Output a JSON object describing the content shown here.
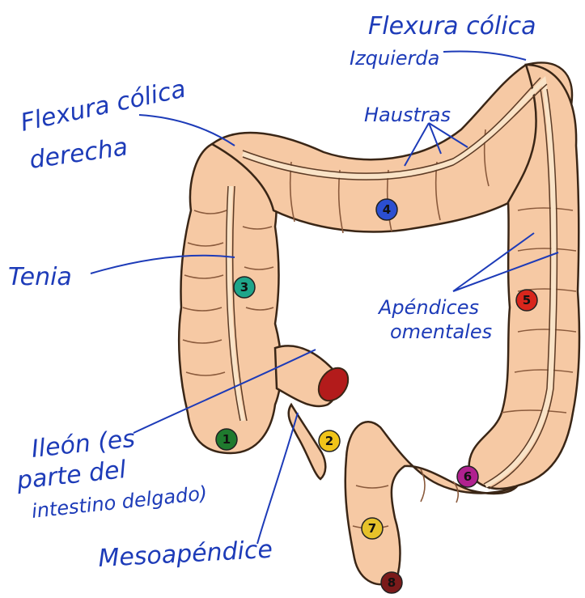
{
  "labels": {
    "flexura_izquierda_line1": "Flexura cólica",
    "flexura_izquierda_line2": "Izquierda",
    "haustras": "Haustras",
    "flexura_derecha_line1": "Flexura cólica",
    "flexura_derecha_line2": "derecha",
    "tenia": "Tenia",
    "apendices_line1": "Apéndices",
    "apendices_line2": "omentales",
    "ileon_line1": "Ileón (es",
    "ileon_line2": "parte del",
    "ileon_line3": "intestino delgado)",
    "mesoapendice": "Mesoapéndice"
  },
  "markers": [
    {
      "id": "1",
      "color": "#1f7a2e"
    },
    {
      "id": "2",
      "color": "#f0c419"
    },
    {
      "id": "3",
      "color": "#1fa58a"
    },
    {
      "id": "4",
      "color": "#2b4fd1"
    },
    {
      "id": "5",
      "color": "#d8261c"
    },
    {
      "id": "6",
      "color": "#b0218f"
    },
    {
      "id": "7",
      "color": "#e6c22a"
    },
    {
      "id": "8",
      "color": "#7a1a1a"
    }
  ],
  "colors": {
    "tissue": "#f6c9a4",
    "outline": "#3a2616",
    "ink": "#1d3bb8"
  }
}
